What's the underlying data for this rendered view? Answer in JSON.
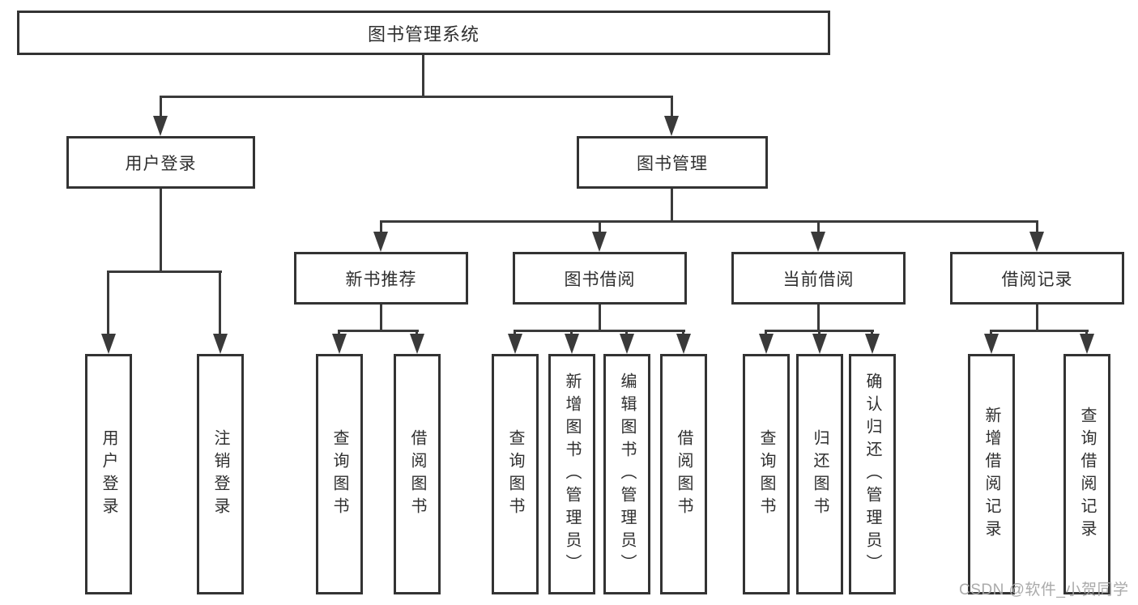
{
  "page": {
    "background": "#ffffff"
  },
  "colors": {
    "box_border": "#333333",
    "connector_line": "#3a3a3a",
    "text": "#2f2f2f",
    "watermark": "#a5a5a5"
  },
  "diagram_type": "hierarchy-tree",
  "tree": {
    "label": "图书管理系统",
    "children": [
      {
        "label": "用户登录",
        "children": [
          {
            "label": "用户登录"
          },
          {
            "label": "注销登录"
          }
        ]
      },
      {
        "label": "图书管理",
        "children": [
          {
            "label": "新书推荐",
            "children": [
              {
                "label": "查询图书"
              },
              {
                "label": "借阅图书"
              }
            ]
          },
          {
            "label": "图书借阅",
            "children": [
              {
                "label": "查询图书"
              },
              {
                "label": "新增图书（管理员）"
              },
              {
                "label": "编辑图书（管理员）"
              },
              {
                "label": "借阅图书"
              }
            ]
          },
          {
            "label": "当前借阅",
            "children": [
              {
                "label": "查询图书"
              },
              {
                "label": "归还图书"
              },
              {
                "label": "确认归还（管理员）"
              }
            ]
          },
          {
            "label": "借阅记录",
            "children": [
              {
                "label": "新增借阅记录"
              },
              {
                "label": "查询借阅记录"
              }
            ]
          }
        ]
      }
    ]
  },
  "watermark": {
    "text": "CSDN @软件_小贺同学"
  }
}
